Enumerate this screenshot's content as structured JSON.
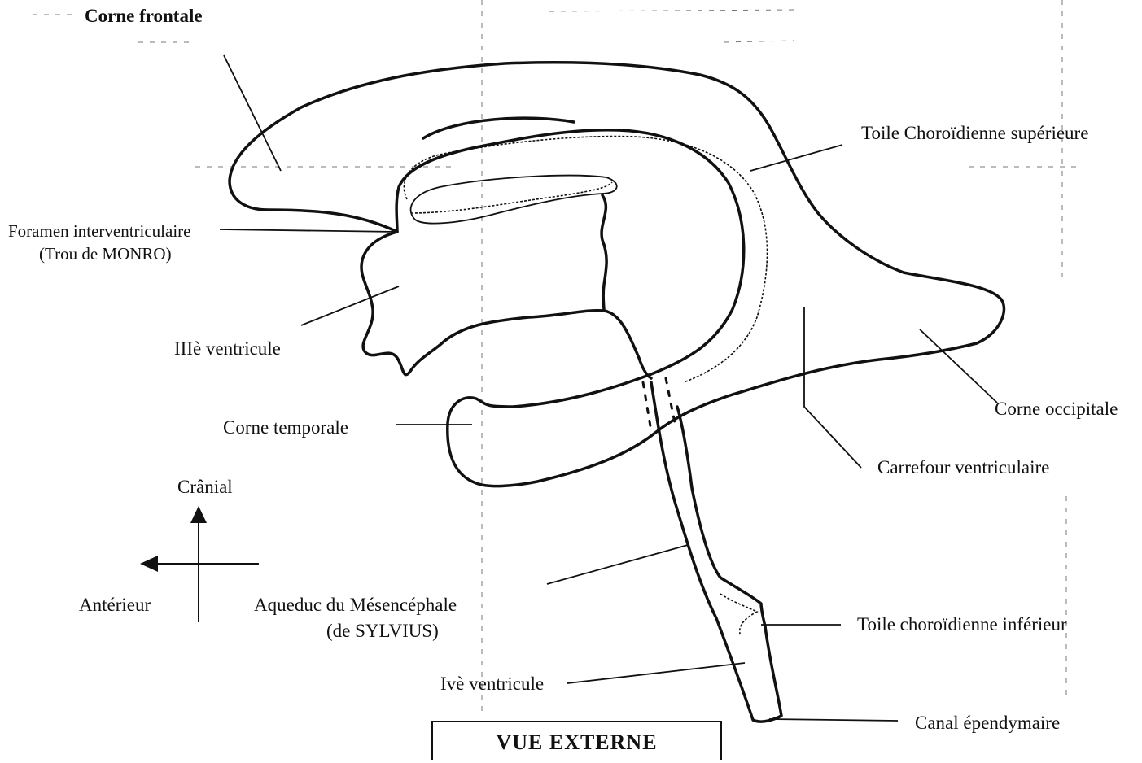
{
  "labels": {
    "corne_frontale": "Corne frontale",
    "toile_choroidienne_superieure": "Toile Choroïdienne supérieure",
    "foramen_line1": "Foramen interventriculaire",
    "foramen_line2": "(Trou de MONRO)",
    "troisieme_ventricule": "IIIè ventricule",
    "corne_temporale": "Corne temporale",
    "corne_occipitale": "Corne occipitale",
    "carrefour_ventriculaire": "Carrefour ventriculaire",
    "cranial": "Crânial",
    "anterieur": "Antérieur",
    "aqueduc_line1": "Aqueduc du Mésencéphale",
    "aqueduc_line2": "(de SYLVIUS)",
    "toile_choroidienne_inferieur": "Toile choroïdienne inférieur",
    "quatrieme_ventricule": "Ivè ventricule",
    "canal_ependymaire": "Canal épendymaire"
  },
  "title": "VUE  EXTERNE"
}
